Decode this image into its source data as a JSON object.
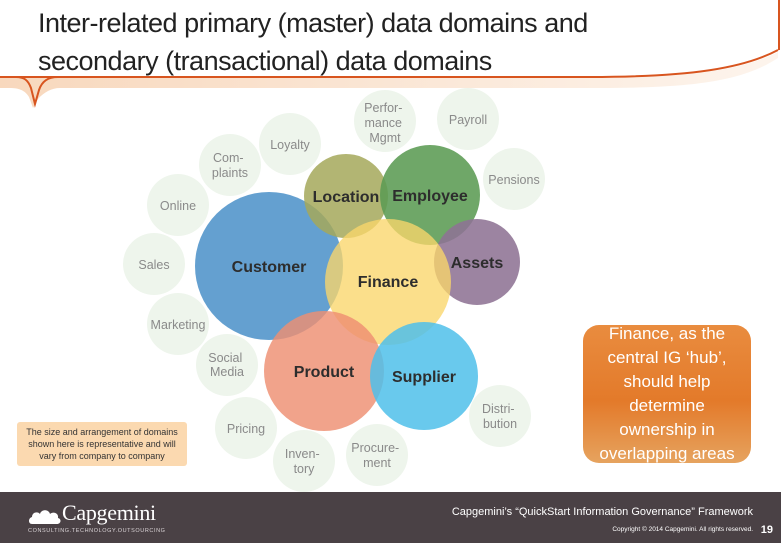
{
  "title": {
    "line1": "Inter-related primary (master) data domains and",
    "line2": "secondary (transactional) data domains"
  },
  "secondary_domains": [
    {
      "id": "perf",
      "lines": [
        "Perfor-",
        "mance",
        "Mgmt"
      ]
    },
    {
      "id": "payroll",
      "lines": [
        "Payroll"
      ]
    },
    {
      "id": "loyalty",
      "lines": [
        "Loyalty"
      ]
    },
    {
      "id": "complaints",
      "lines": [
        "Com-",
        "plaints"
      ]
    },
    {
      "id": "pensions",
      "lines": [
        "Pensions"
      ]
    },
    {
      "id": "online",
      "lines": [
        "Online"
      ]
    },
    {
      "id": "sales",
      "lines": [
        "Sales"
      ]
    },
    {
      "id": "marketing",
      "lines": [
        "Marketing"
      ]
    },
    {
      "id": "social",
      "lines": [
        "Social",
        "Media"
      ]
    },
    {
      "id": "pricing",
      "lines": [
        "Pricing"
      ]
    },
    {
      "id": "inventory",
      "lines": [
        "Inven-",
        "tory"
      ]
    },
    {
      "id": "procurement",
      "lines": [
        "Procure-",
        "ment"
      ]
    },
    {
      "id": "distribution",
      "lines": [
        "Distri-",
        "bution"
      ]
    }
  ],
  "primary_domains": [
    {
      "id": "customer",
      "label": "Customer",
      "color": "#4f93c9"
    },
    {
      "id": "location",
      "label": "Location",
      "color": "#a5a85a"
    },
    {
      "id": "employee",
      "label": "Employee",
      "color": "#5b9b53"
    },
    {
      "id": "assets",
      "label": "Assets",
      "color": "#8e7394"
    },
    {
      "id": "finance",
      "label": "Finance",
      "color": "#fad66a"
    },
    {
      "id": "product",
      "label": "Product",
      "color": "#ee8f72"
    },
    {
      "id": "supplier",
      "label": "Supplier",
      "color": "#4fc0ea"
    }
  ],
  "callout": "Finance, as the central IG ‘hub’, should help determine ownership in overlapping areas",
  "note": "The size and arrangement of domains shown here is representative and will vary from company to company",
  "footer": {
    "logo_name": "Capgemini",
    "logo_tagline": "CONSULTING.TECHNOLOGY.OUTSOURCING",
    "framework": "Capgemini’s “QuickStart Information Governance” Framework",
    "copyright": "Copyright © 2014 Capgemini. All rights reserved.",
    "page_number": "19"
  },
  "colors": {
    "accent": "#e37a2a",
    "footer_bg": "#4a4145",
    "secondary_circle": "#eef5ec"
  }
}
